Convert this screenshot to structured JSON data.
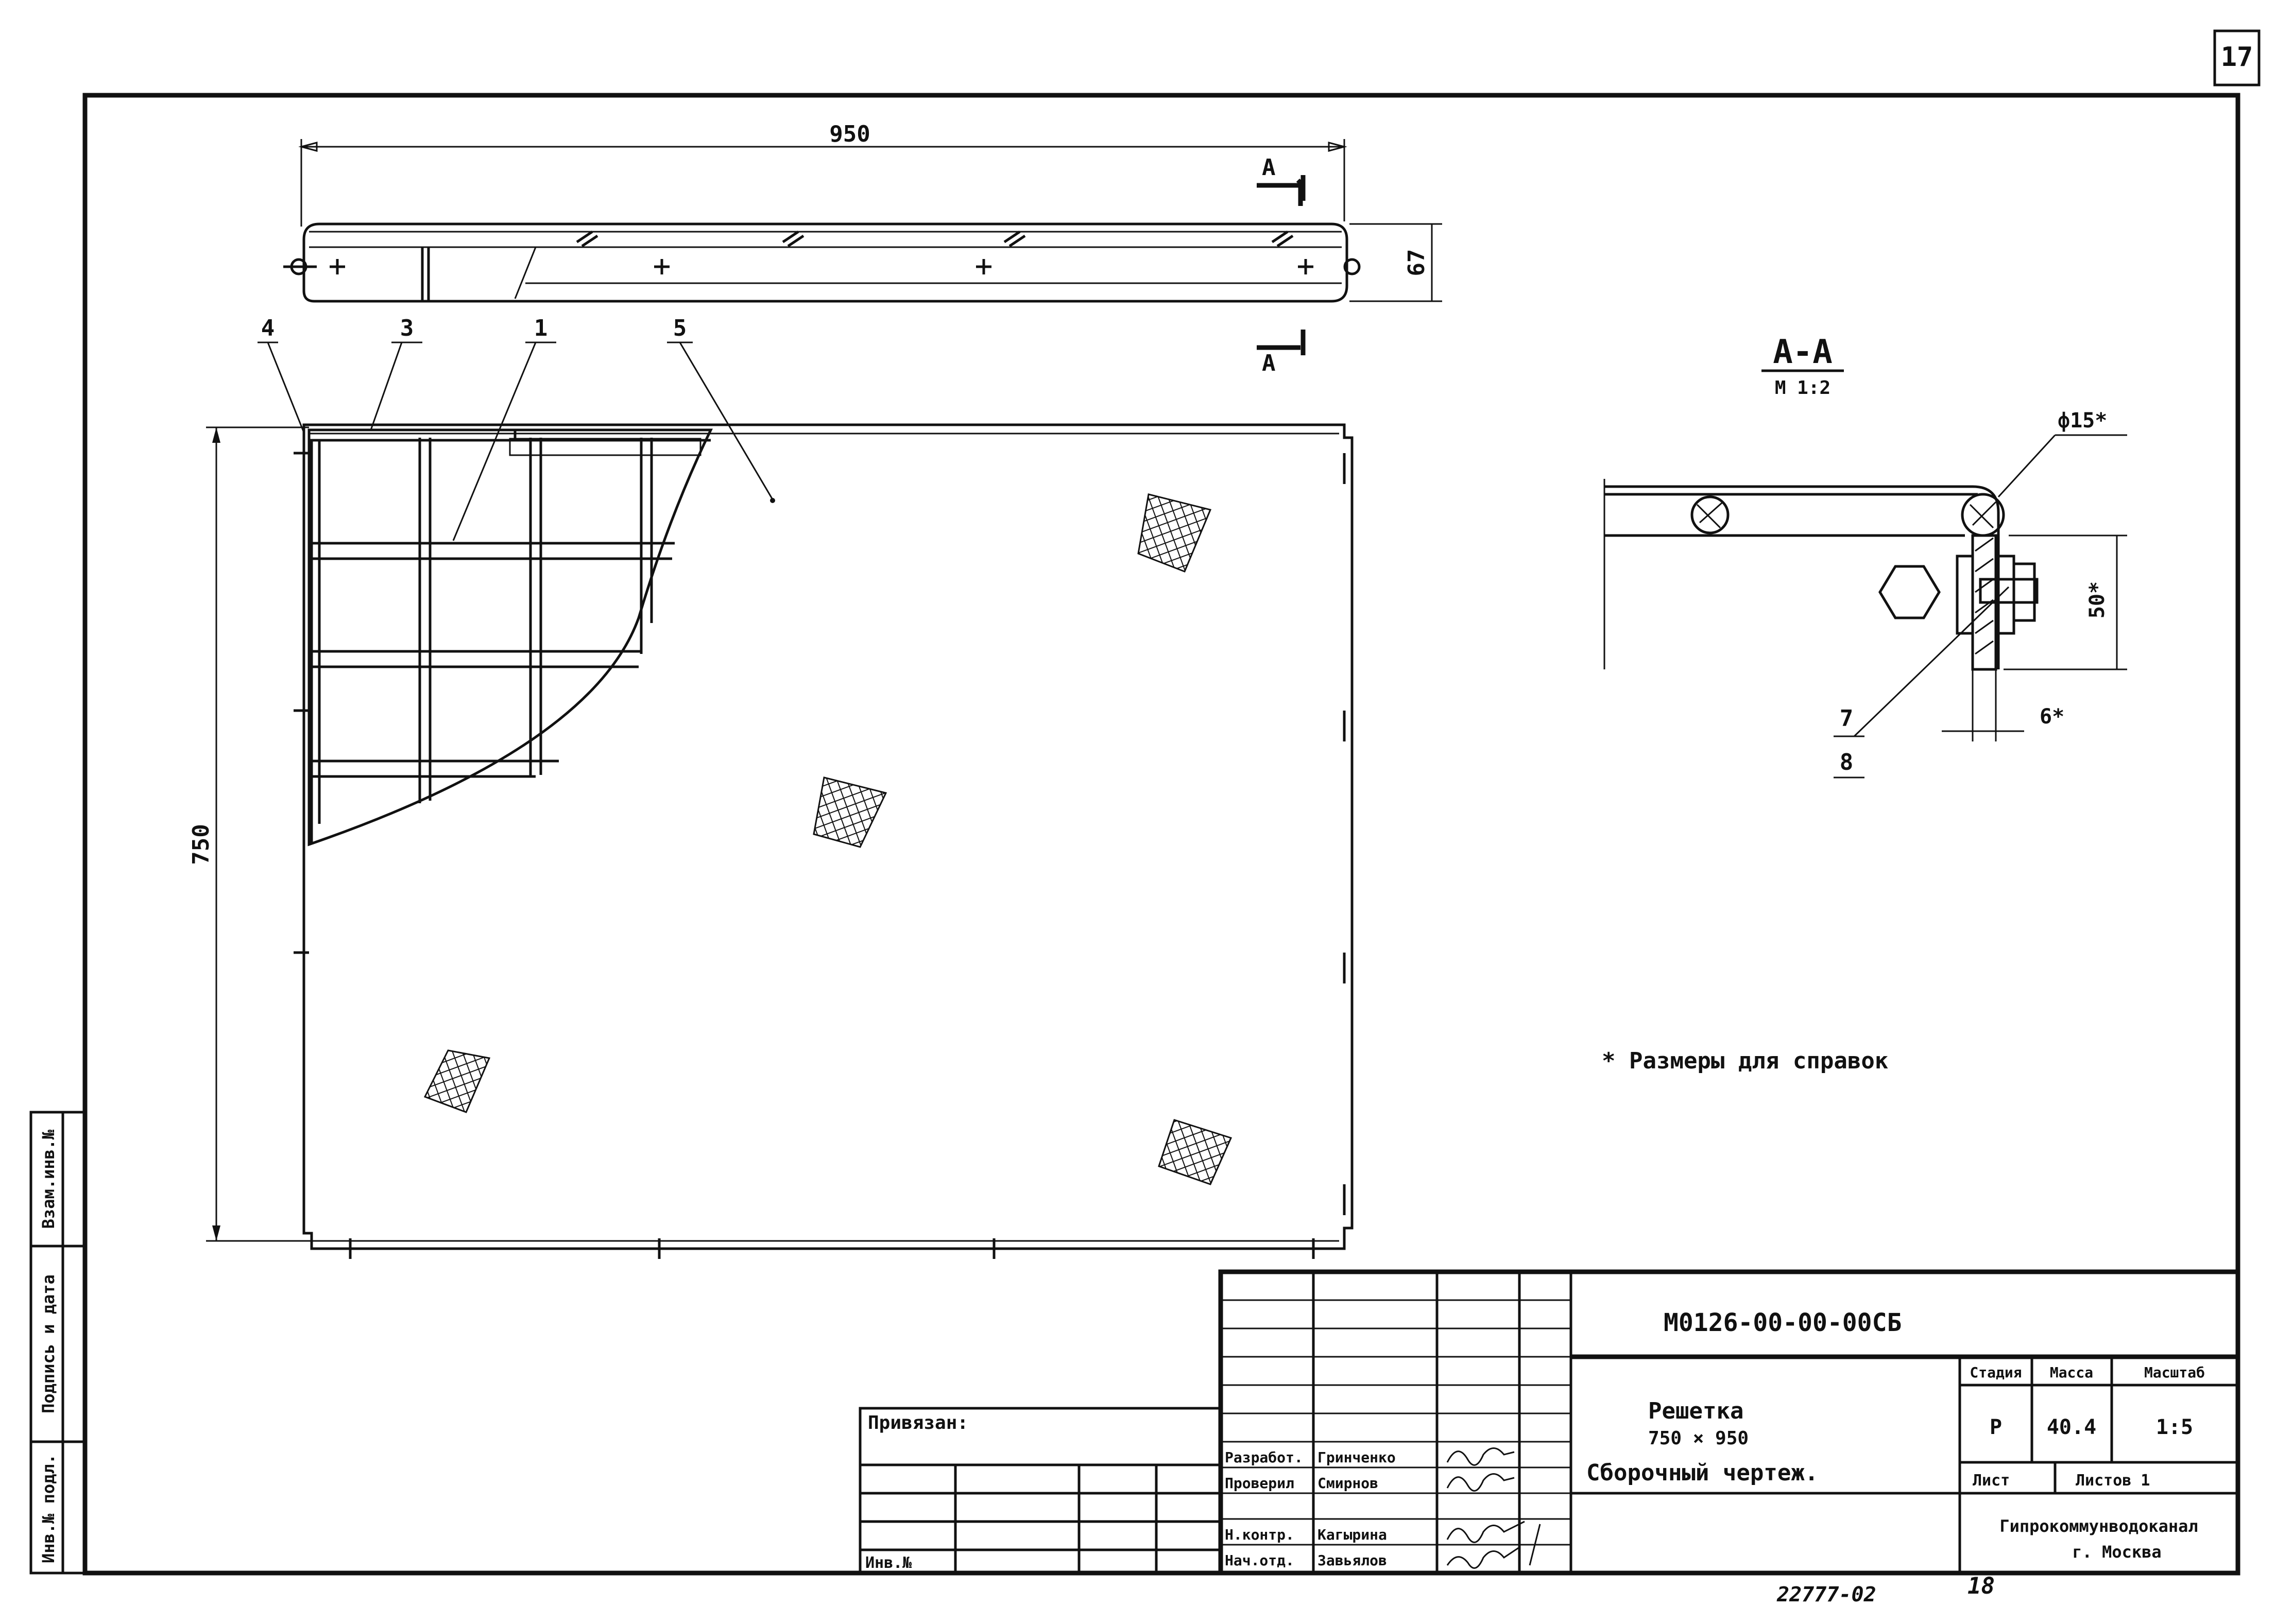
{
  "sheet_number": "17",
  "sheet_stamp_bottom": "18",
  "archive_number": "22777-02",
  "dimensions": {
    "length_top": "950",
    "height_top": "67",
    "height_plan": "750",
    "section_height": "50*",
    "section_thickness": "6*",
    "rod_diameter": "ф15*"
  },
  "section": {
    "cut_label": "A",
    "title": "A-A",
    "scale": "M 1:2"
  },
  "callouts": [
    "4",
    "3",
    "1",
    "5",
    "7",
    "8"
  ],
  "note": "* Размеры для справок",
  "side_stamp": {
    "inv_podl": "Инв.№ подл.",
    "podpis_data": "Подпись и дата",
    "vzam_inv": "Взам.инв.№"
  },
  "privyazan": {
    "label": "Привязан:",
    "inv_label": "Инв.№"
  },
  "title_block": {
    "designation": "М0126-00-00-00СБ",
    "name_line1": "Решетка",
    "name_line2": "750 × 950",
    "doc_type": "Сборочный чертеж.",
    "col_stage": "Стадия",
    "col_mass": "Масса",
    "col_scale": "Масштаб",
    "stage": "Р",
    "mass": "40.4",
    "scale": "1:5",
    "sheet_label": "Лист",
    "sheets_label": "Листов 1",
    "org_line1": "Гипрокоммунводоканал",
    "org_line2": "г. Москва",
    "roles": [
      {
        "role": "Разработ.",
        "name": "Гринченко"
      },
      {
        "role": "Проверил",
        "name": "Смирнов"
      },
      {
        "role": "Н.контр.",
        "name": "Кагырина"
      },
      {
        "role": "Нач.отд.",
        "name": "Завьялов"
      }
    ]
  }
}
